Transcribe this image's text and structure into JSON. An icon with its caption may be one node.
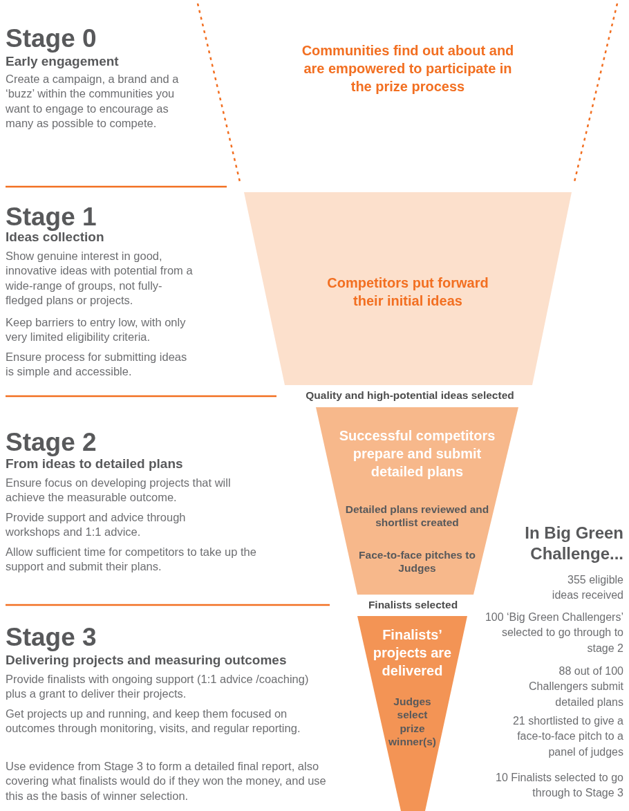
{
  "diagram": {
    "nodes": [
      {
        "text": [
          "Communities find out about and are empowered to participate in the prize process"
        ]
      },
      {
        "text": [
          "Competitors put forward their initial ideas"
        ]
      },
      {
        "text": [
          "Successful competitors prepare and submit detailed plans",
          "Detailed plans reviewed and shortlist created",
          "Face-to-face pitches to Judges"
        ]
      },
      {
        "text": [
          "Finalists’ projects are delivered",
          "Judges select prize winner(s)"
        ]
      }
    ],
    "edges": [],
    "labels": [
      "Stage 0",
      "Early engagement",
      "Create a campaign, a brand and a ‘buzz’ within the communities you want to engage to encourage as many as possible to compete.",
      "Stage 1",
      "Ideas collection",
      "Show genuine interest in good, innovative ideas with potential from a wide-range of groups, not fully-fledged plans or projects.",
      "Keep barriers to entry low, with only very limited eligibility criteria.",
      "Ensure process for submitting ideas is simple and accessible.",
      "Quality and high-potential ideas selected",
      "Stage 2",
      "From ideas to detailed plans",
      "Ensure focus on developing projects that will achieve the measurable outcome.",
      "Provide support and advice through workshops and 1:1 advice.",
      "Allow sufficient time for competitors to take up the support and submit their plans.",
      "Finalists selected",
      "Stage 3",
      "Delivering projects and measuring outcomes",
      "Provide finalists with ongoing support (1:1 advice /coaching) plus a grant to deliver their projects.",
      "Get projects up and running, and keep them focused on outcomes through monitoring, visits, and regular reporting.",
      "Use evidence from Stage 3 to form a detailed final report, also covering what finalists would do if they won the money, and use this as the basis of winner selection.",
      "In Big Green Challenge...",
      "355 eligible ideas received",
      "100 ‘Big Green Challengers’ selected to go through to stage 2",
      "88 out of 100 Challengers submit detailed plans",
      "21 shortlisted to give a face-to-face pitch to a panel of judges",
      "10 Finalists selected to go through to Stage 3"
    ]
  }
}
